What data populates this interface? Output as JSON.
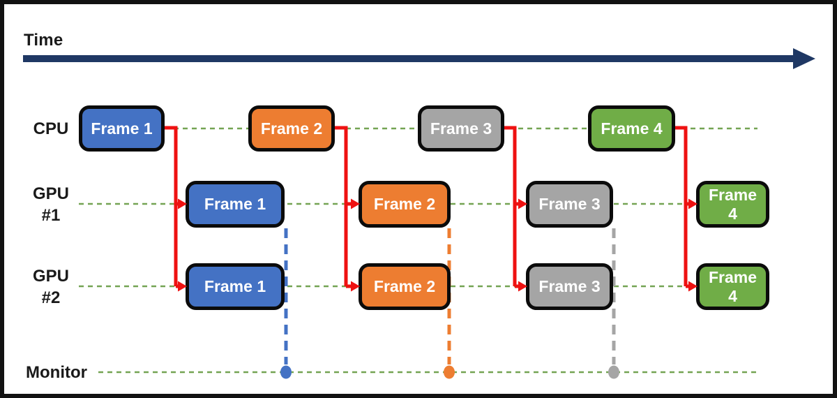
{
  "colors": {
    "blue": "#4472C4",
    "orange": "#ED7D31",
    "gray": "#A5A5A5",
    "green": "#70AD47",
    "red": "#EE1111",
    "navy": "#1F3864",
    "row_dash_green": "#74A453",
    "text": "#1A1A1A",
    "box_border": "#0B0B0B"
  },
  "timeline": {
    "label": "Time"
  },
  "row_labels": {
    "cpu": "CPU",
    "gpu1_line1": "GPU",
    "gpu1_line2": "#1",
    "gpu2_line1": "GPU",
    "gpu2_line2": "#2",
    "monitor": "Monitor"
  },
  "frames": {
    "cpu": [
      {
        "label": "Frame 1",
        "color": "blue"
      },
      {
        "label": "Frame 2",
        "color": "orange"
      },
      {
        "label": "Frame 3",
        "color": "gray"
      },
      {
        "label": "Frame 4",
        "color": "green"
      }
    ],
    "gpu1": [
      {
        "label": "Frame 1",
        "color": "blue"
      },
      {
        "label": "Frame 2",
        "color": "orange"
      },
      {
        "label": "Frame 3",
        "color": "gray"
      },
      {
        "label": "Frame",
        "label2": "4",
        "color": "green"
      }
    ],
    "gpu2": [
      {
        "label": "Frame 1",
        "color": "blue"
      },
      {
        "label": "Frame 2",
        "color": "orange"
      },
      {
        "label": "Frame 3",
        "color": "gray"
      },
      {
        "label": "Frame",
        "label2": "4",
        "color": "green"
      }
    ]
  }
}
